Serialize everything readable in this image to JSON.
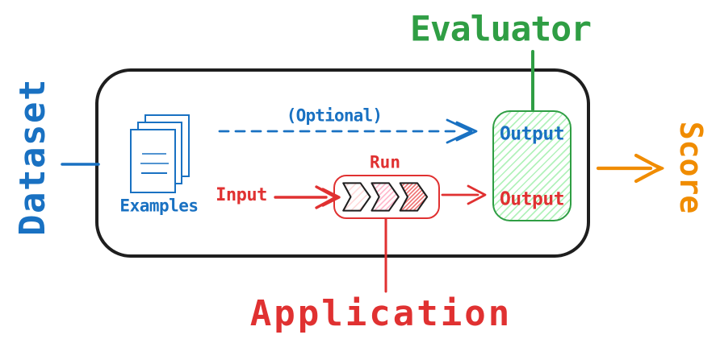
{
  "diagram": {
    "labels": {
      "evaluator": "Evaluator",
      "dataset": "Dataset",
      "score": "Score",
      "application": "Application",
      "examples": "Examples",
      "optional": "(Optional)",
      "input": "Input",
      "run": "Run",
      "evaluator_output": "Output",
      "app_output": "Output"
    },
    "colors": {
      "blue": "#1971c2",
      "green": "#2f9e44",
      "red": "#e03131",
      "orange": "#f08c00",
      "ink": "#1e1e1e",
      "green_fill": "#b2f2bb",
      "red_fill_light": "#ffd9d9",
      "red_fill_mid": "#ffb3c8",
      "red_fill_dark": "#ee6b6b"
    }
  }
}
